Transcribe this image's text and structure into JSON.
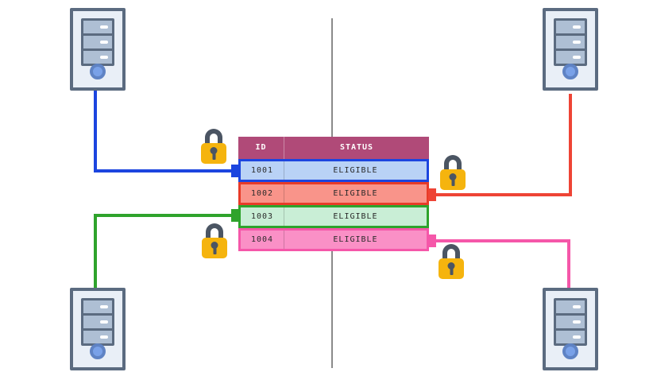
{
  "diagram": {
    "description": "Four database servers connected to individually locked table rows, split by a central divider"
  },
  "table": {
    "header_bg": "#b04a78",
    "header_fg": "#ffffff",
    "columns": [
      {
        "label": "ID"
      },
      {
        "label": "STATUS"
      }
    ],
    "rows": [
      {
        "id": "1001",
        "status": "ELIGIBLE",
        "border_color": "#1c45df",
        "fill_color": "#b9d2f6"
      },
      {
        "id": "1002",
        "status": "ELIGIBLE",
        "border_color": "#e83b28",
        "fill_color": "#f9948a"
      },
      {
        "id": "1003",
        "status": "ELIGIBLE",
        "border_color": "#2ea32c",
        "fill_color": "#c9eed6"
      },
      {
        "id": "1004",
        "status": "ELIGIBLE",
        "border_color": "#f557a9",
        "fill_color": "#fa90c6"
      }
    ]
  },
  "servers": [
    {
      "position": "top-left"
    },
    {
      "position": "top-right"
    },
    {
      "position": "bottom-left"
    },
    {
      "position": "bottom-right"
    }
  ],
  "locks": [
    {
      "position": "left-of-row-1001"
    },
    {
      "position": "right-of-row-1002"
    },
    {
      "position": "left-of-row-1004"
    },
    {
      "position": "right-of-row-1004"
    }
  ],
  "connections": [
    {
      "from": "server-top-left",
      "to": "row-1001",
      "color": "#1c45df"
    },
    {
      "from": "server-top-right",
      "to": "row-1002",
      "color": "#ee4435"
    },
    {
      "from": "server-bottom-left",
      "to": "row-1003",
      "color": "#2fa32c"
    },
    {
      "from": "server-bottom-right",
      "to": "row-1004",
      "color": "#f557a9"
    }
  ],
  "colors": {
    "divider": "#8a8a8a",
    "lock_body": "#f5b40e",
    "lock_shackle": "#4b5563",
    "server_border": "#5b6b80",
    "server_fill": "#e9eff7",
    "server_bay": "#aebfd4",
    "server_led": "#79a1e8"
  }
}
